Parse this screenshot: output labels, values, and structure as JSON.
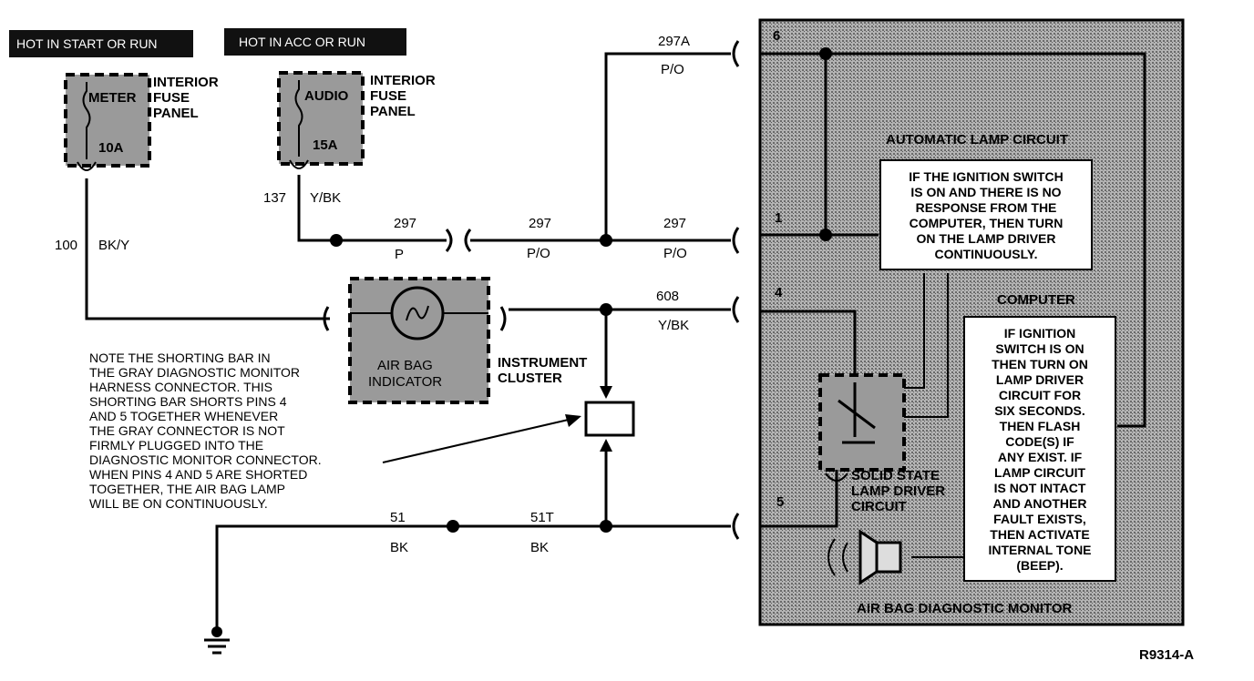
{
  "headers": {
    "hot_start_run": "HOT IN START OR RUN",
    "hot_acc_run": "HOT IN ACC OR RUN"
  },
  "fuse_meter": {
    "name": "METER",
    "rating": "10A",
    "panel_l1": "INTERIOR",
    "panel_l2": "FUSE",
    "panel_l3": "PANEL"
  },
  "fuse_audio": {
    "name": "AUDIO",
    "rating": "15A",
    "panel_l1": "INTERIOR",
    "panel_l2": "FUSE",
    "panel_l3": "PANEL"
  },
  "wires": {
    "w100_num": "100",
    "w100_color": "BK/Y",
    "w137_num": "137",
    "w137_color": "Y/BK",
    "w297a_num": "297",
    "w297a_color": "P",
    "w297b_num": "297",
    "w297b_color": "P/O",
    "w297c_num": "297",
    "w297c_color": "P/O",
    "w297A_num": "297A",
    "w297A_color": "P/O",
    "w608_num": "608",
    "w608_color": "Y/BK",
    "w51_num": "51",
    "w51_color": "BK",
    "w51T_num": "51T",
    "w51T_color": "BK"
  },
  "indicator": {
    "l1": "AIR BAG",
    "l2": "INDICATOR"
  },
  "cluster": {
    "l1": "INSTRUMENT",
    "l2": "CLUSTER"
  },
  "note": [
    "NOTE THE SHORTING BAR IN",
    "THE GRAY DIAGNOSTIC MONITOR",
    "HARNESS CONNECTOR. THIS",
    "SHORTING BAR SHORTS PINS 4",
    "AND 5 TOGETHER WHENEVER",
    "THE GRAY CONNECTOR IS NOT",
    "FIRMLY PLUGGED INTO THE",
    "DIAGNOSTIC MONITOR CONNECTOR.",
    "WHEN PINS 4 AND 5 ARE SHORTED",
    "TOGETHER, THE AIR BAG LAMP",
    "WILL BE ON CONTINUOUSLY."
  ],
  "monitor": {
    "pin6": "6",
    "pin1": "1",
    "pin4": "4",
    "pin5": "5",
    "auto_lamp": "AUTOMATIC LAMP CIRCUIT",
    "computer": "COMPUTER",
    "driver_l1": "SOLID STATE",
    "driver_l2": "LAMP DRIVER",
    "driver_l3": "CIRCUIT",
    "title": "AIR BAG DIAGNOSTIC MONITOR",
    "box1": [
      "IF THE IGNITION SWITCH",
      "IS ON AND THERE IS NO",
      "RESPONSE FROM THE",
      "COMPUTER, THEN TURN",
      "ON THE LAMP DRIVER",
      "CONTINUOUSLY."
    ],
    "box2": [
      "IF IGNITION",
      "SWITCH IS ON",
      "THEN TURN ON",
      "LAMP DRIVER",
      "CIRCUIT FOR",
      "SIX SECONDS.",
      "THEN FLASH",
      "CODE(S) IF",
      "ANY EXIST. IF",
      "LAMP CIRCUIT",
      "IS NOT INTACT",
      "AND ANOTHER",
      "FAULT EXISTS,",
      "THEN ACTIVATE",
      "INTERNAL TONE",
      "(BEEP)."
    ]
  },
  "ref": "R9314-A"
}
